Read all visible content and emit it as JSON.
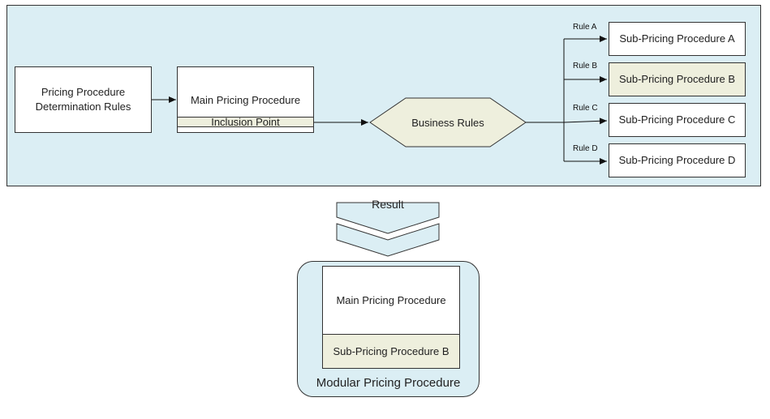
{
  "top_panel": {
    "determination_rules": "Pricing Procedure Determination Rules",
    "main_procedure": "Main Pricing Procedure",
    "inclusion_point": "Inclusion Point",
    "business_rules": "Business Rules",
    "rules": [
      {
        "label": "Rule A",
        "target": "Sub-Pricing Procedure A",
        "highlighted": false
      },
      {
        "label": "Rule B",
        "target": "Sub-Pricing Procedure B",
        "highlighted": true
      },
      {
        "label": "Rule C",
        "target": "Sub-Pricing Procedure C",
        "highlighted": false
      },
      {
        "label": "Rule D",
        "target": "Sub-Pricing Procedure D",
        "highlighted": false
      }
    ]
  },
  "result": {
    "label": "Result"
  },
  "modular": {
    "main": "Main Pricing Procedure",
    "sub": "Sub-Pricing Procedure B",
    "title": "Modular Pricing Procedure"
  },
  "colors": {
    "panel_bg": "#dbeef4",
    "highlight_bg": "#eeefdd",
    "line": "#333333"
  }
}
